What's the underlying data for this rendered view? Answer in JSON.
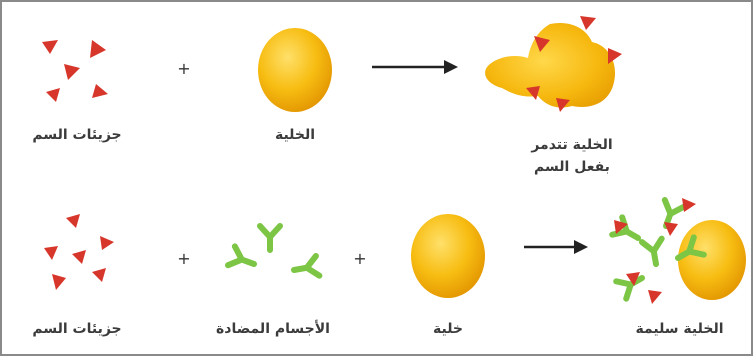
{
  "colors": {
    "toxin": "#d7362a",
    "cell_fill": "#f7bd12",
    "cell_edge": "#e39a00",
    "antibody": "#7cc545",
    "arrow": "#222222",
    "text": "#3b3b3b"
  },
  "row1": {
    "toxin_label": "جزيئات السم",
    "plus": "+",
    "cell_label": "الخلية",
    "result_label_line1": "الخلية تتدمر",
    "result_label_line2": "بفعل السم"
  },
  "row2": {
    "toxin_label": "جزيئات السم",
    "plus1": "+",
    "antibody_label": "الأجسام المضادة",
    "plus2": "+",
    "cell_label": "خلية",
    "result_label": "الخلية سليمة"
  },
  "icons": [
    "toxin-molecule-icon",
    "cell-icon",
    "antibody-icon",
    "right-arrow-icon"
  ]
}
